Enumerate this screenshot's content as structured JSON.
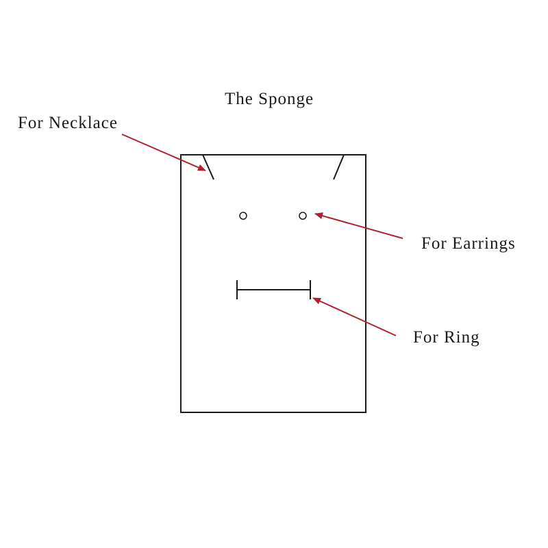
{
  "diagram": {
    "title": "The Sponge",
    "labels": {
      "necklace": "For Necklace",
      "earrings": "For Earrings",
      "ring": "For Ring"
    },
    "colors": {
      "outline": "#1a1a1a",
      "arrow": "#b0202e",
      "background": "#ffffff"
    }
  }
}
